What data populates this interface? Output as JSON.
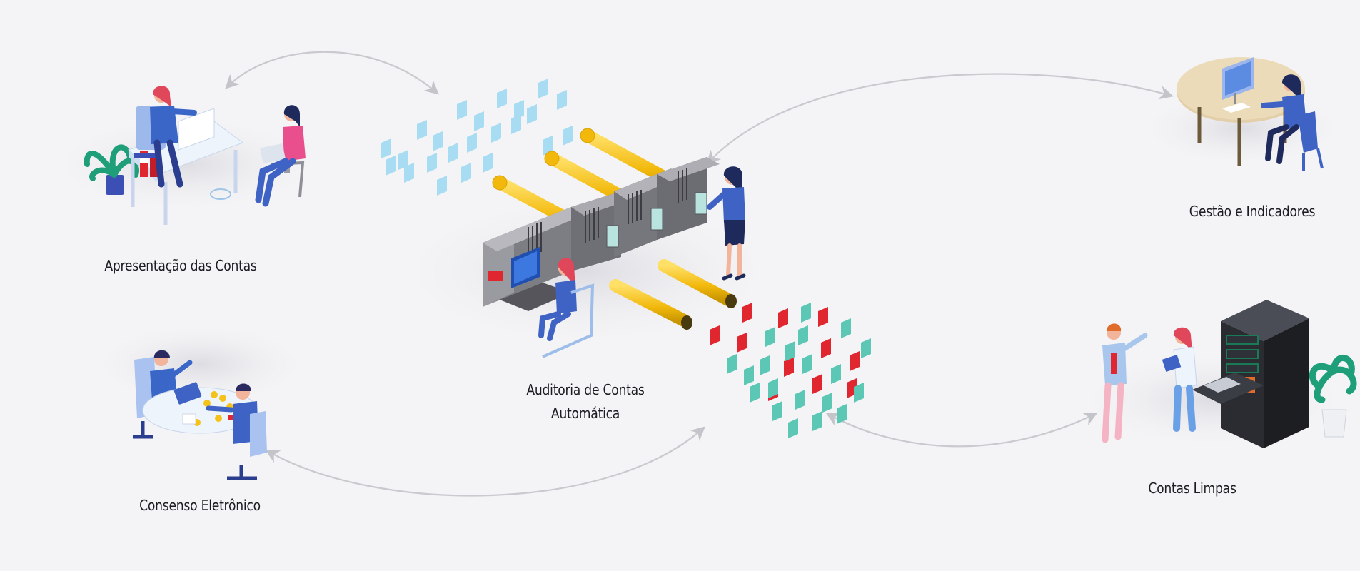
{
  "nodes": {
    "apresentacao": "Apresentação das Contas",
    "consenso": "Consenso Eletrônico",
    "auditoria_line1": "Auditoria de Contas",
    "auditoria_line2": "Automática",
    "gestao": "Gestão e Indicadores",
    "contas_limpas": "Contas Limpas"
  },
  "colors": {
    "background": "#f4f4f6",
    "arrow": "#c9c9cf",
    "input_docs": "#a8dcf2",
    "valid_docs": "#5bc7b4",
    "error_docs": "#e0262f",
    "pipe": "#f5c21a",
    "machine": "#8a8a90",
    "screen": "#2f66c9",
    "person_blue": "#3f63c4",
    "person_pink": "#e84f8c",
    "hair_red": "#e0475a",
    "server": "#2a2c31",
    "plant": "#1f9e7a"
  },
  "icons": [
    "office-desk-illustration",
    "meeting-table-illustration",
    "printing-machine-illustration",
    "round-table-illustration",
    "server-rack-illustration",
    "document-sheet-icon"
  ]
}
